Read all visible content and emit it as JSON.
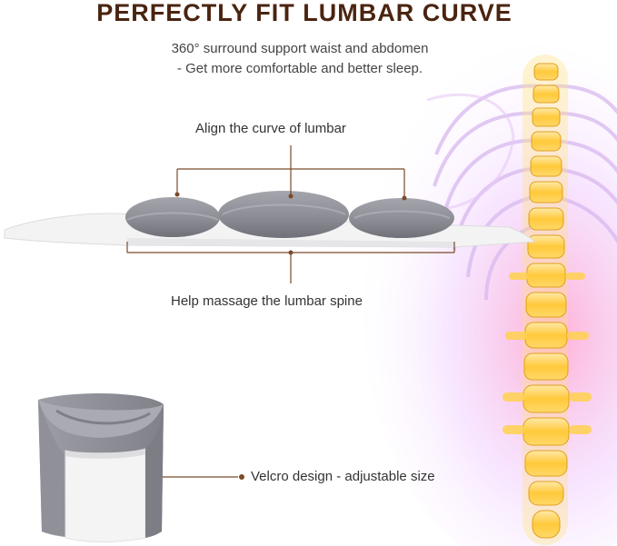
{
  "title": "PERFECTLY FIT LUMBAR CURVE",
  "subtitle_1": "360° surround support waist and abdomen",
  "subtitle_2": "- Get more comfortable and better sleep.",
  "callouts": {
    "align": "Align the curve of lumbar",
    "massage": "Help massage the lumbar spine",
    "velcro": "Velcro design - adjustable size"
  },
  "colors": {
    "title": "#4a2410",
    "pillow_gray": "#8e8f98",
    "callout_line": "#7a4a2a",
    "spine_glow": "#ffd23a"
  }
}
